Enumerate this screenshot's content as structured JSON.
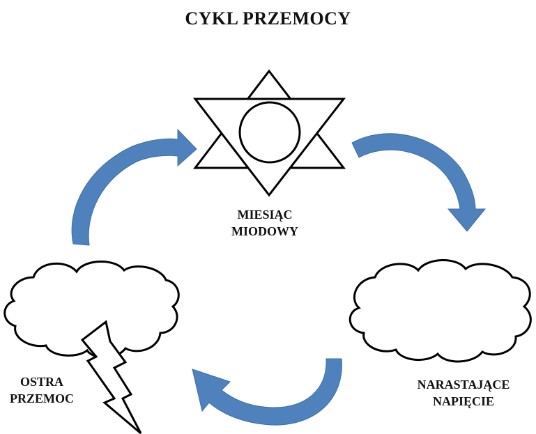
{
  "title": "CYKL PRZEMOCY",
  "stages": {
    "honeymoon": {
      "line1": "MIESIĄC",
      "line2": "MIODOWY",
      "icon": "sun-star-icon"
    },
    "tension": {
      "line1": "NARASTAJĄCE",
      "line2": "NAPIĘCIE",
      "icon": "cloud-icon"
    },
    "violence": {
      "line1": "OSTRA",
      "line2": "PRZEMOC",
      "icon": "storm-cloud-lightning-icon"
    }
  },
  "colors": {
    "arrow": "#4f81bd",
    "outline": "#000000",
    "text": "#111111"
  }
}
